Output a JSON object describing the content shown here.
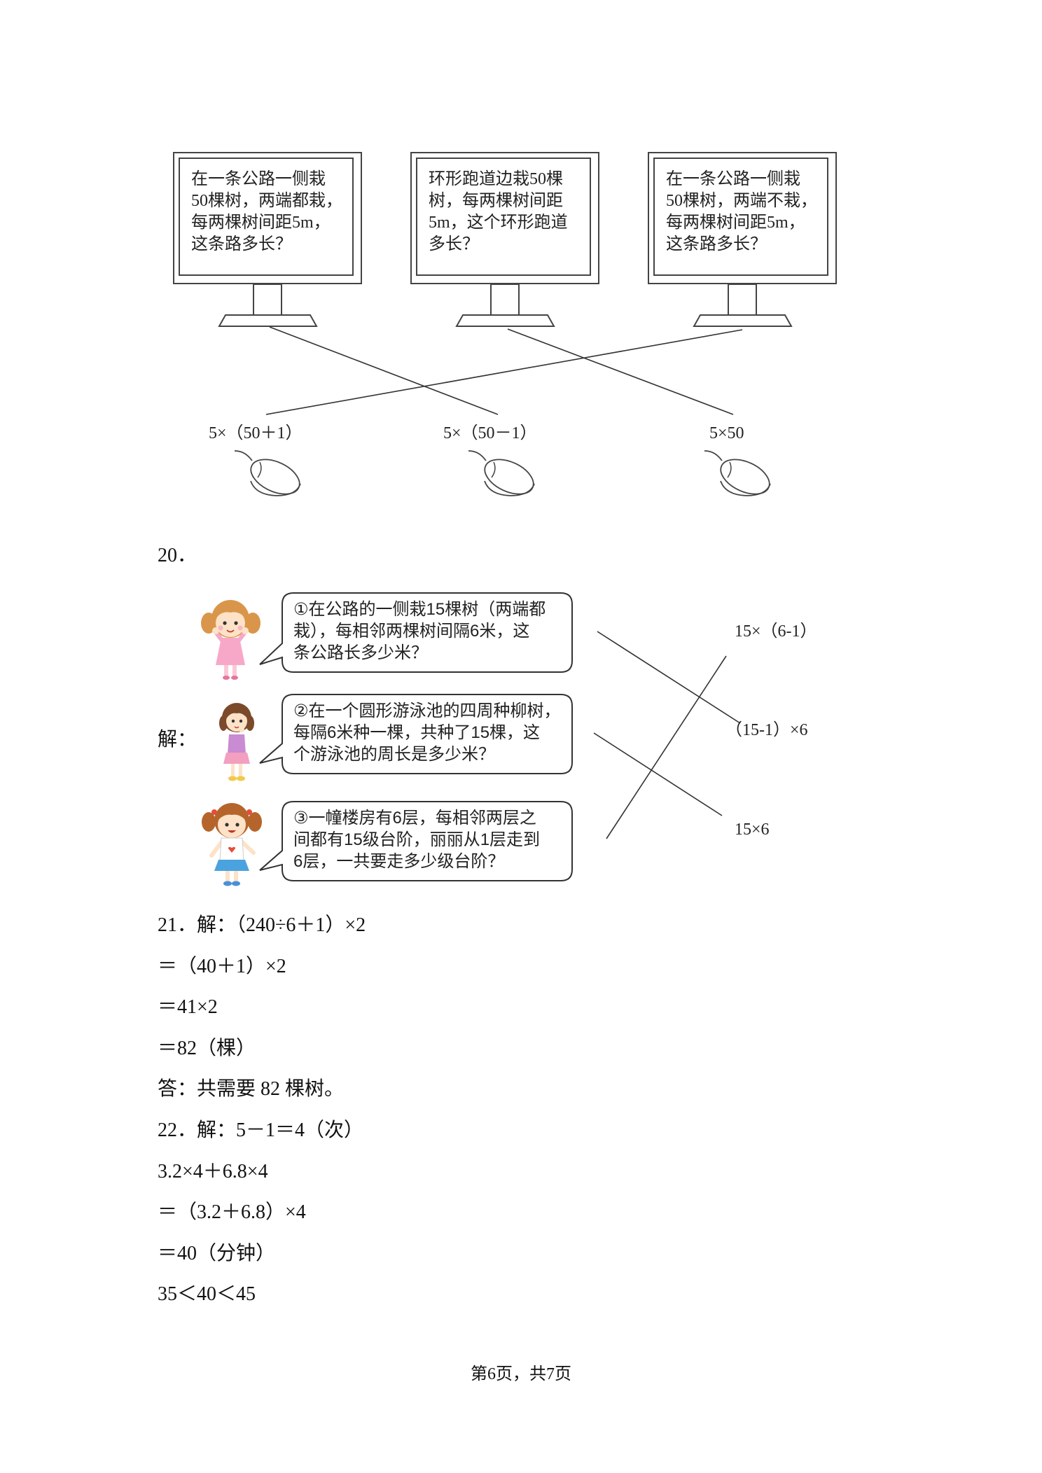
{
  "question_19": {
    "monitors": [
      {
        "lines": [
          "在一条公路一侧栽",
          "50棵树，两端都栽，",
          "每两棵树间距5m，",
          "这条路多长？"
        ]
      },
      {
        "lines": [
          "环形跑道边栽50棵",
          "树，每两棵树间距",
          "5m，这个环形跑道",
          "多长？"
        ]
      },
      {
        "lines": [
          "在一条公路一侧栽",
          "50棵树，两端不栽，",
          "每两棵树间距5m，",
          "这条路多长？"
        ]
      }
    ],
    "expressions": [
      "5×（50＋1）",
      "5×（50－1）",
      "5×50"
    ],
    "matches": [
      {
        "problem": 1,
        "expression": 2
      },
      {
        "problem": 2,
        "expression": 3
      },
      {
        "problem": 3,
        "expression": 1
      }
    ]
  },
  "question_20": {
    "number": "20．",
    "answer_label": "解：",
    "problems": [
      {
        "lines": [
          "①在公路的一侧栽15棵树（两端都",
          "栽），每相邻两棵树间隔6米，这",
          "条公路长多少米？"
        ]
      },
      {
        "lines": [
          "②在一个圆形游泳池的四周种柳树，",
          "每隔6米种一棵，共种了15棵，这",
          "个游泳池的周长是多少米？"
        ]
      },
      {
        "lines": [
          "③一幢楼房有6层，每相邻两层之",
          "间都有15级台阶，丽丽从1层走到",
          "6层，一共要走多少级台阶？"
        ]
      }
    ],
    "expressions": [
      "15×（6-1）",
      "（15-1）×6",
      "15×6"
    ],
    "matches": [
      {
        "problem": 1,
        "expression": 2
      },
      {
        "problem": 2,
        "expression": 3
      },
      {
        "problem": 3,
        "expression": 1
      }
    ]
  },
  "question_21": {
    "lines": [
      "21．解：（240÷6＋1）×2",
      "＝（40＋1）×2",
      "＝41×2",
      "＝82（棵）",
      "答：共需要 82 棵树。"
    ]
  },
  "question_22": {
    "lines": [
      "22．解：5－1＝4（次）",
      "3.2×4＋6.8×4",
      "＝（3.2＋6.8）×4",
      "＝40（分钟）",
      "35＜40＜45"
    ]
  },
  "footer": {
    "page_info": "第6页，共7页"
  }
}
